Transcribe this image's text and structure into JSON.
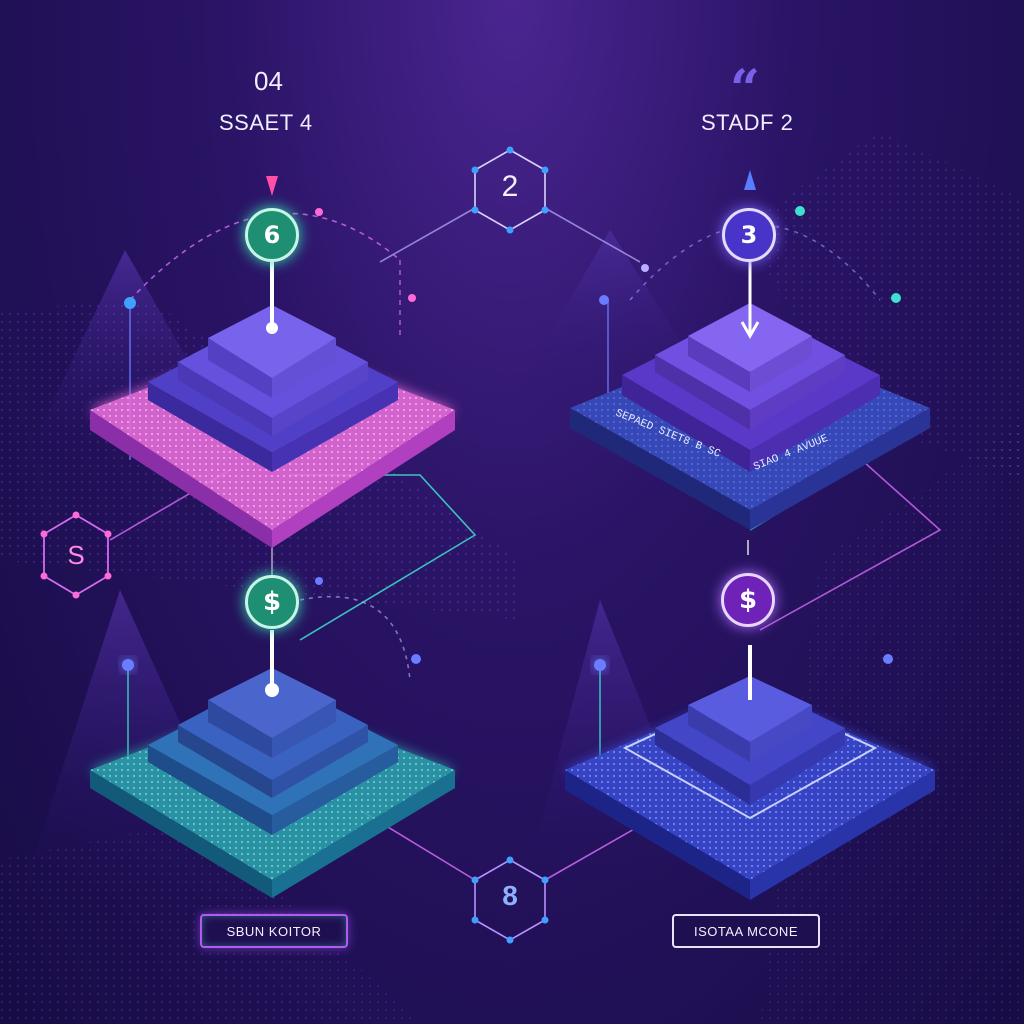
{
  "stages": {
    "left_number": "04",
    "left_title": "SSAET 4",
    "right_quote": "“",
    "right_title": "STADF 2"
  },
  "badges": {
    "top_left": "6",
    "top_right": "3",
    "mid_left": "$",
    "mid_right": "$"
  },
  "hexagons": {
    "top_center": "2",
    "left": "S",
    "bottom_center": "8"
  },
  "platform_text": {
    "right_top_left": "SEPAED SIET8 B SC",
    "right_top_right": "SIAO 4 AVUUE"
  },
  "buttons": {
    "left": "SBUN KOITOR",
    "right": "ISOTAA MCONE"
  },
  "colors": {
    "magenta": "#d46cf2",
    "teal": "#3ee0d0",
    "violet": "#6a4ff0",
    "blue": "#3d52d8",
    "background": "#1c0f50"
  }
}
